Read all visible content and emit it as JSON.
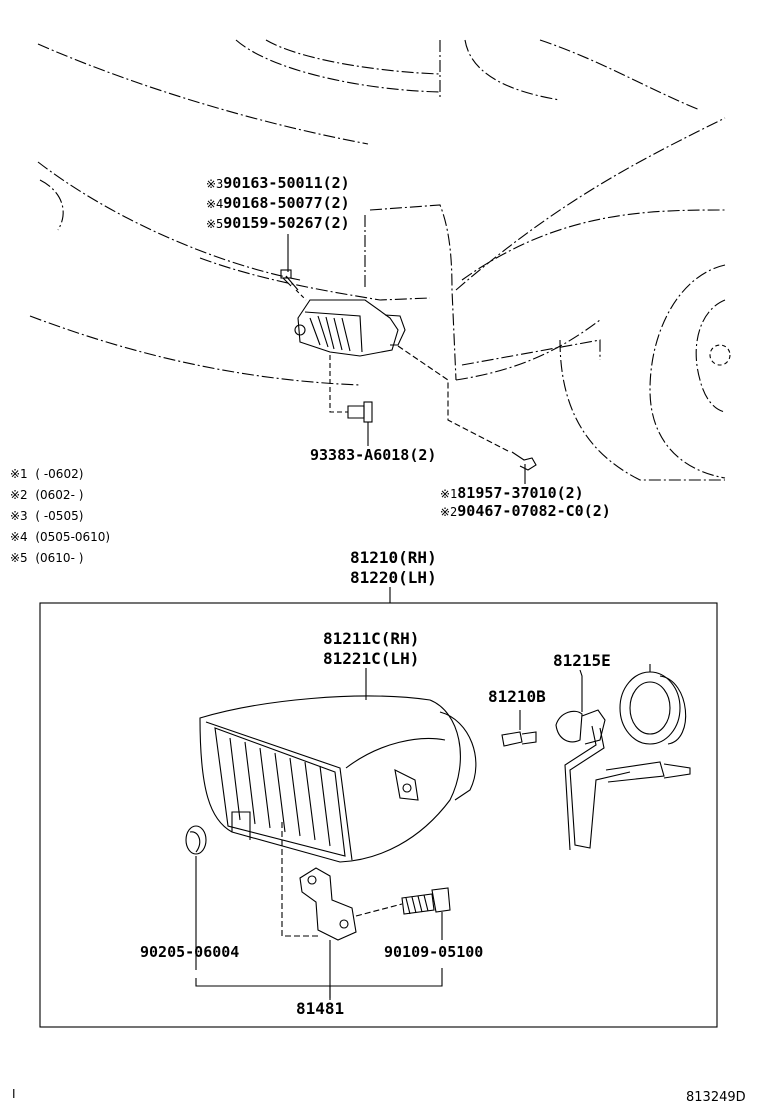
{
  "top_labels": {
    "bolt_lines": [
      {
        "mark": "※3",
        "text": "90163-50011(2)"
      },
      {
        "mark": "※4",
        "text": "90168-50077(2)"
      },
      {
        "mark": "※5",
        "text": "90159-50267(2)"
      }
    ],
    "screw": "93383-A6018(2)",
    "clip_lines": [
      {
        "mark": "※1",
        "text": "81957-37010(2)"
      },
      {
        "mark": "※2",
        "text": "90467-07082-C0(2)"
      }
    ]
  },
  "notes": [
    {
      "mark": "※1",
      "range": "(      -0602)"
    },
    {
      "mark": "※2",
      "range": "(0602-      )"
    },
    {
      "mark": "※3",
      "range": "(      -0505)"
    },
    {
      "mark": "※4",
      "range": "(0505-0610)"
    },
    {
      "mark": "※5",
      "range": "(0610-      )"
    }
  ],
  "assembly": {
    "line1": "81210(RH)",
    "line2": "81220(LH)"
  },
  "parts": {
    "lens_line1": "81211C(RH)",
    "lens_line2": "81221C(LH)",
    "bulb": "81210B",
    "socket": "81215E",
    "nut": "90205-06004",
    "bolt": "90109-05100",
    "bracket": "81481"
  },
  "corner_mark": "I",
  "diagram_id": "813249D"
}
